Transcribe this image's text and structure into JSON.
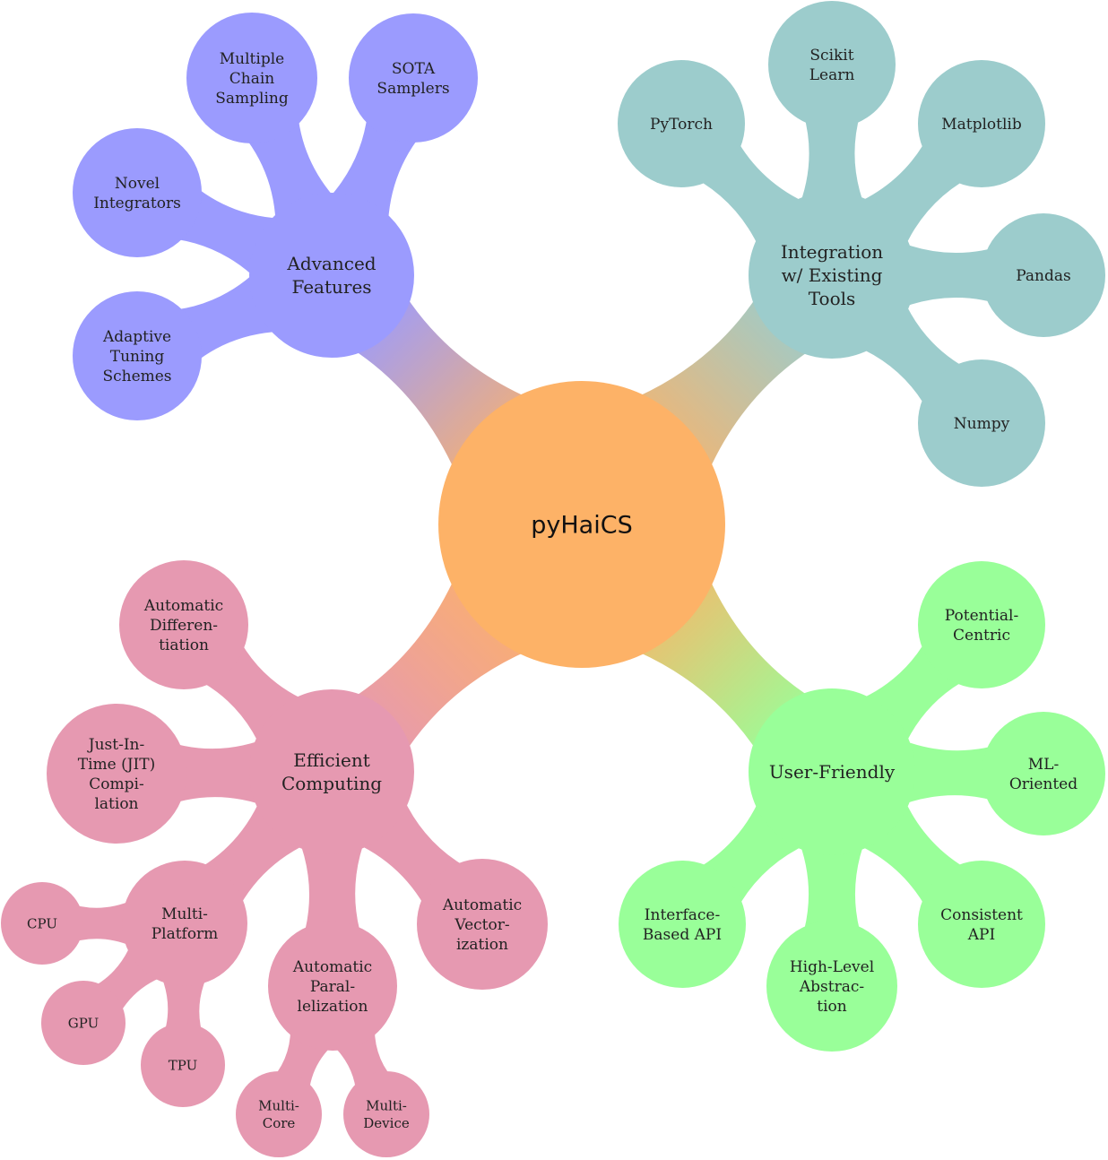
{
  "root": {
    "label": "pyHaiCS",
    "color": "#FDB267"
  },
  "branches": [
    {
      "id": "advanced",
      "label": "Advanced Features",
      "lines": [
        "Advanced",
        "Features"
      ],
      "color": "#9B9BFE",
      "children": [
        {
          "label": "Multiple Chain Sampling",
          "lines": [
            "Multiple",
            "Chain",
            "Sampling"
          ]
        },
        {
          "label": "SOTA Samplers",
          "lines": [
            "SOTA",
            "Samplers"
          ]
        },
        {
          "label": "Novel Integrators",
          "lines": [
            "Novel",
            "Integrators"
          ]
        },
        {
          "label": "Adaptive Tuning Schemes",
          "lines": [
            "Adaptive",
            "Tuning",
            "Schemes"
          ]
        }
      ]
    },
    {
      "id": "integration",
      "label": "Integration w/ Existing Tools",
      "lines": [
        "Integration",
        "w/ Existing",
        "Tools"
      ],
      "color": "#9CCCCC",
      "children": [
        {
          "label": "PyTorch",
          "lines": [
            "PyTorch"
          ]
        },
        {
          "label": "Scikit Learn",
          "lines": [
            "Scikit",
            "Learn"
          ]
        },
        {
          "label": "Matplotlib",
          "lines": [
            "Matplotlib"
          ]
        },
        {
          "label": "Pandas",
          "lines": [
            "Pandas"
          ]
        },
        {
          "label": "Numpy",
          "lines": [
            "Numpy"
          ]
        }
      ]
    },
    {
      "id": "efficient",
      "label": "Efficient Computing",
      "lines": [
        "Efficient",
        "Computing"
      ],
      "color": "#E699B1",
      "children": [
        {
          "label": "Automatic Differentiation",
          "lines": [
            "Automatic",
            "Differen-",
            "tiation"
          ]
        },
        {
          "label": "Just-In-Time (JIT) Compilation",
          "lines": [
            "Just-In-",
            "Time (JIT)",
            "Compi-",
            "lation"
          ]
        },
        {
          "label": "Multi-Platform",
          "lines": [
            "Multi-",
            "Platform"
          ],
          "children": [
            {
              "label": "CPU",
              "lines": [
                "CPU"
              ]
            },
            {
              "label": "GPU",
              "lines": [
                "GPU"
              ]
            },
            {
              "label": "TPU",
              "lines": [
                "TPU"
              ]
            }
          ]
        },
        {
          "label": "Automatic Parallelization",
          "lines": [
            "Automatic",
            "Paral-",
            "lelization"
          ],
          "children": [
            {
              "label": "Multi-Core",
              "lines": [
                "Multi-",
                "Core"
              ]
            },
            {
              "label": "Multi-Device",
              "lines": [
                "Multi-",
                "Device"
              ]
            }
          ]
        },
        {
          "label": "Automatic Vectorization",
          "lines": [
            "Automatic",
            "Vector-",
            "ization"
          ]
        }
      ]
    },
    {
      "id": "userfriendly",
      "label": "User-Friendly",
      "lines": [
        "User-Friendly"
      ],
      "color": "#99FF99",
      "children": [
        {
          "label": "Potential-Centric",
          "lines": [
            "Potential-",
            "Centric"
          ]
        },
        {
          "label": "ML-Oriented",
          "lines": [
            "ML-",
            "Oriented"
          ]
        },
        {
          "label": "Consistent API",
          "lines": [
            "Consistent",
            "API"
          ]
        },
        {
          "label": "High-Level Abstraction",
          "lines": [
            "High-Level",
            "Abstrac-",
            "tion"
          ]
        },
        {
          "label": "Interface-Based API",
          "lines": [
            "Interface-",
            "Based API"
          ]
        }
      ]
    }
  ]
}
